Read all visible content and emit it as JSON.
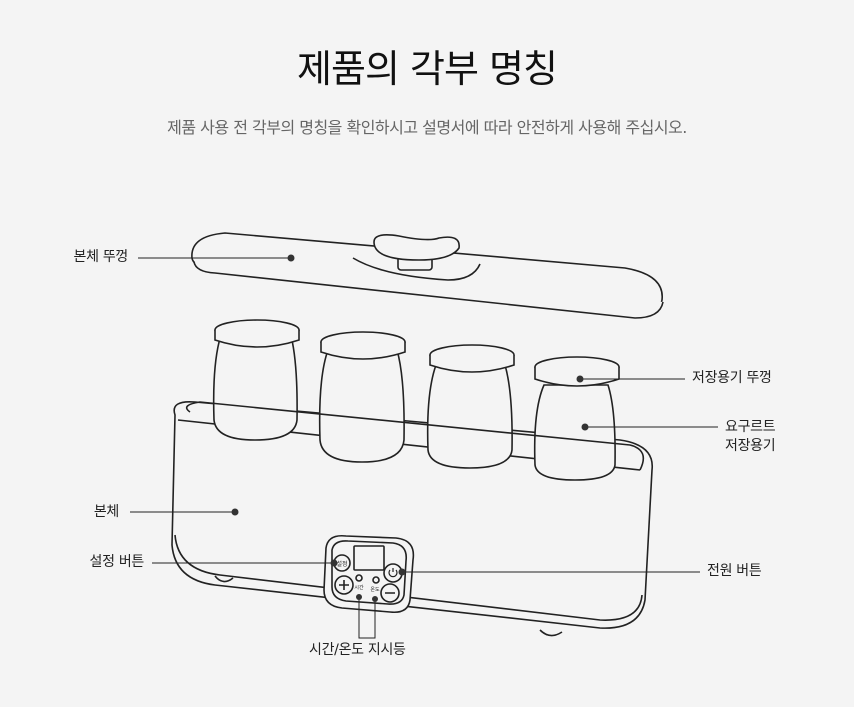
{
  "header": {
    "title": "제품의 각부 명칭",
    "subtitle": "제품 사용 전 각부의 명칭을 확인하시고 설명서에 따라 안전하게 사용해 주십시오."
  },
  "panel": {
    "set_button": "설정",
    "time_led": "시간",
    "temp_led": "온도"
  },
  "labels": {
    "lid": "본체 뚜껑",
    "jar_lid": "저장용기 뚜껑",
    "jar_line1": "요구르트",
    "jar_line2": "저장용기",
    "body": "본체",
    "set_button": "설정 버튼",
    "power_button": "전원 버튼",
    "indicator": "시간/온도 지시등"
  },
  "colors": {
    "background": "#f4f4f4",
    "line": "#222222"
  }
}
